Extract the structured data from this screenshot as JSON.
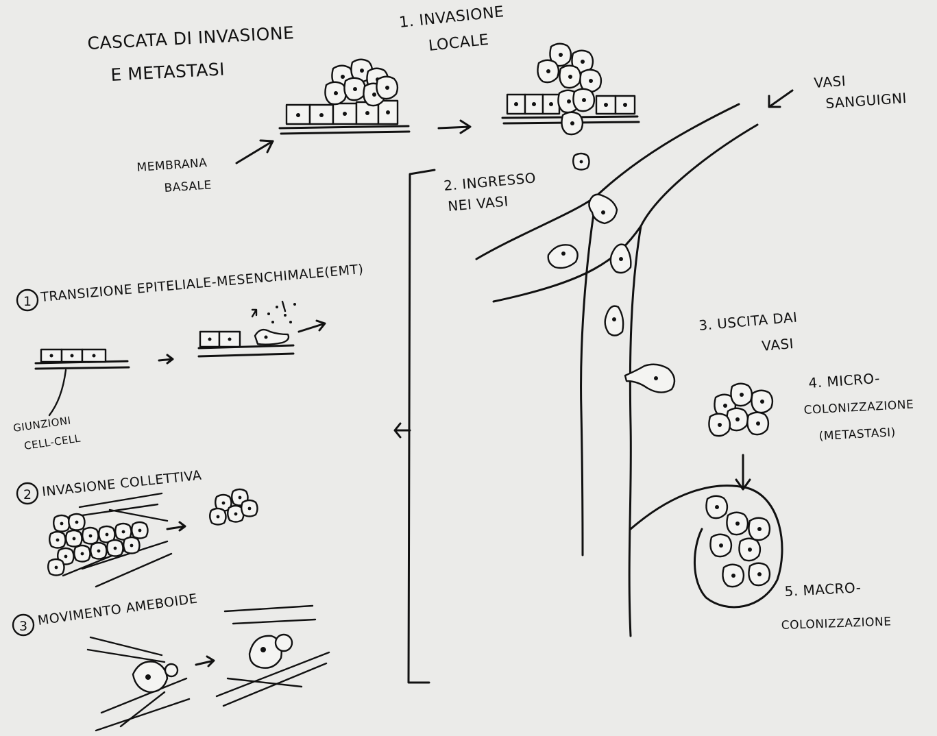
{
  "diagram": {
    "title_line1": "CASCATA DI INVASIONE",
    "title_line2": "E METASTASI",
    "membrane_label_line1": "MEMBRANA",
    "membrane_label_line2": "BASALE",
    "step1_line1": "1. INVASIONE",
    "step1_line2": "LOCALE",
    "vessels_label_line1": "VASI",
    "vessels_label_line2": "SANGUIGNI",
    "step2_line1": "2. INGRESSO",
    "step2_line2": "NEI VASI",
    "step3_line1": "3. USCITA DAI",
    "step3_line2": "VASI",
    "step4_line1": "4. MICRO-",
    "step4_line2": "COLONIZZAZIONE",
    "step4_line3": "(METASTASI)",
    "step5_line1": "5. MACRO-",
    "step5_line2": "COLONIZZAZIONE",
    "mode1_label": "TRANSIZIONE EPITELIALE-MESENCHIMALE(EMT)",
    "mode1_number": "1",
    "junction_label_line1": "GIUNZIONI",
    "junction_label_line2": "CELL-CELL",
    "mode2_label": "INVASIONE COLLETTIVA",
    "mode2_number": "2",
    "mode3_label": "MOVIMENTO AMEBOIDE",
    "mode3_number": "3"
  }
}
